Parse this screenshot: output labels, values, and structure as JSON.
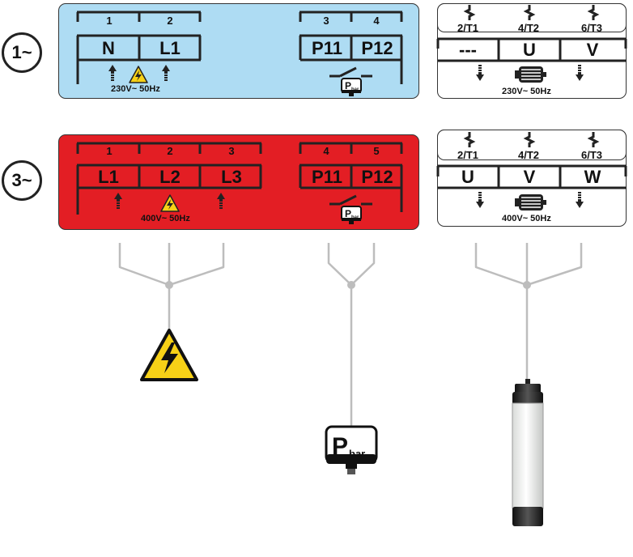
{
  "single_phase": {
    "badge": "1~",
    "supply_terminals": [
      {
        "number": "1",
        "label": "N"
      },
      {
        "number": "2",
        "label": "L1"
      }
    ],
    "supply_voltage": "230V~ 50Hz",
    "switch_terminals": [
      {
        "number": "3",
        "label": "P11"
      },
      {
        "number": "4",
        "label": "P12"
      }
    ],
    "motor_top_labels": [
      "2/T1",
      "4/T2",
      "6/T3"
    ],
    "motor_terminals": [
      "---",
      "U",
      "V"
    ],
    "motor_voltage": "230V~ 50Hz"
  },
  "three_phase": {
    "badge": "3~",
    "supply_terminals": [
      {
        "number": "1",
        "label": "L1"
      },
      {
        "number": "2",
        "label": "L2"
      },
      {
        "number": "3",
        "label": "L3"
      }
    ],
    "supply_voltage": "400V~ 50Hz",
    "switch_terminals": [
      {
        "number": "4",
        "label": "P11"
      },
      {
        "number": "5",
        "label": "P12"
      }
    ],
    "motor_top_labels": [
      "2/T1",
      "4/T2",
      "6/T3"
    ],
    "motor_terminals": [
      "U",
      "V",
      "W"
    ],
    "motor_voltage": "400V~ 50Hz"
  },
  "pressure_switch": {
    "symbol": "P",
    "subscript": "bar"
  },
  "colors": {
    "single_phase_panel": "#aedcf3",
    "three_phase_panel": "#e31e24",
    "warning_yellow": "#f7d117",
    "cable_gray": "#bdbdbd"
  },
  "icons": [
    "high-voltage-warning-icon",
    "pressure-switch-icon",
    "motor-icon",
    "submersible-pump-icon"
  ]
}
